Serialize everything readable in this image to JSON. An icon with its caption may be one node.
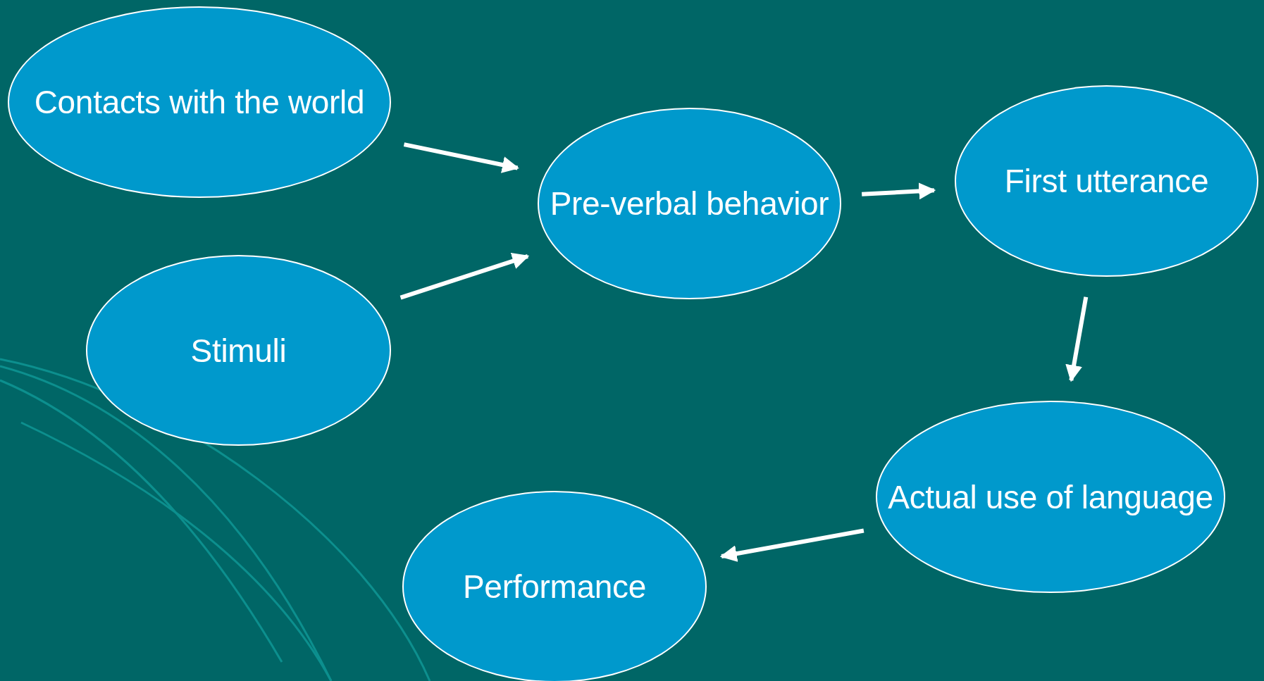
{
  "diagram": {
    "nodes": [
      {
        "text": [
          "Contacts with the world"
        ]
      },
      {
        "text": [
          "Stimuli"
        ]
      },
      {
        "text": [
          "Pre-verbal behavior"
        ]
      },
      {
        "text": [
          "First utterance"
        ]
      },
      {
        "text": [
          "Actual use of language"
        ]
      },
      {
        "text": [
          "Performance"
        ]
      }
    ],
    "edges": [
      {
        "from": 0,
        "to": 2,
        "arrow": "to"
      },
      {
        "from": 1,
        "to": 2,
        "arrow": "to"
      },
      {
        "from": 2,
        "to": 3,
        "arrow": "to"
      },
      {
        "from": 3,
        "to": 4,
        "arrow": "to"
      },
      {
        "from": 4,
        "to": 5,
        "arrow": "to"
      }
    ]
  }
}
